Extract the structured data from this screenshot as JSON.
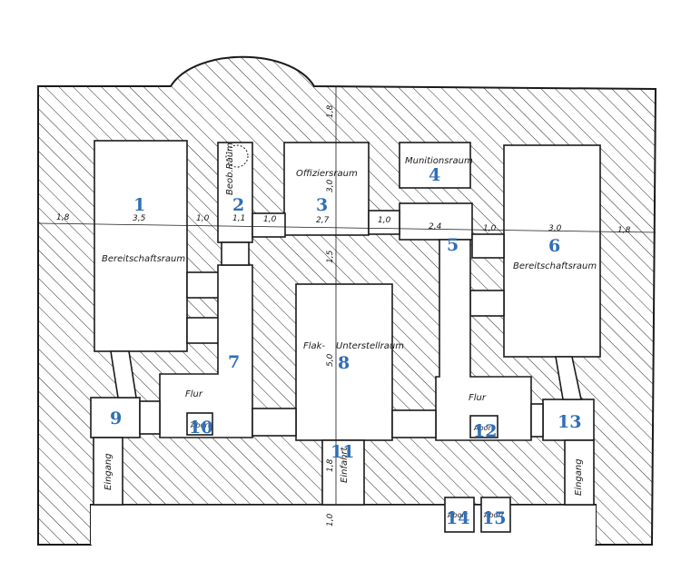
{
  "colors": {
    "number": "#2f6fb7",
    "ink": "#1a1a1a",
    "hatch": "#2a2a2a"
  },
  "numbers": [
    "1",
    "2",
    "3",
    "4",
    "5",
    "6",
    "7",
    "8",
    "9",
    "10",
    "11",
    "12",
    "13",
    "14",
    "15"
  ],
  "room_labels": {
    "bereitschaftsraum_left": "Bereitschaftsraum",
    "beob_raum": "Beob.Raum",
    "offiziersraum": "Offiziersraum",
    "munitionsraum": "Munitionsraum",
    "bereitschaftsraum_right": "Bereitschaftsraum",
    "flak_unterstellraum_a": "Flak-",
    "flak_unterstellraum_b": "Unterstellraum",
    "flur_left": "Flur",
    "flur_right": "Flur",
    "eingang_left": "Eingang",
    "eingang_right": "Eingang",
    "einfahrt": "Einfahrt",
    "abort_10": "Abort",
    "abort_12": "Abort",
    "abort_14": "Abort",
    "abort_15": "Abort"
  },
  "dimensions": {
    "d18_left": "1,8",
    "d35": "3,5",
    "d10_a": "1,0",
    "d11": "1,1",
    "d10_b": "1,0",
    "d27": "2,7",
    "d10_c": "1,0",
    "d24": "2,4",
    "d10_d": "1,0",
    "d30_h": "3,0",
    "d18_right": "1,8",
    "d18_top": "1,8",
    "d30_v": "3,0",
    "d15": "1,5",
    "d50": "5,0",
    "d18_bottom": "1,8",
    "d10_bottom": "1,0"
  }
}
